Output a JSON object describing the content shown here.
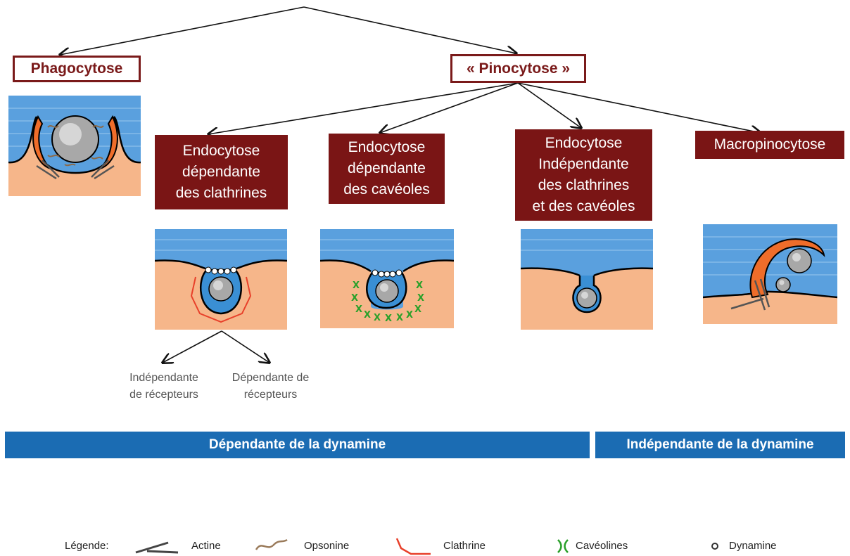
{
  "categories": {
    "phagocytose": "Phagocytose",
    "pinocytose": "« Pinocytose »"
  },
  "pathways": {
    "clathrin": [
      "Endocytose",
      "dépendante",
      "des clathrines"
    ],
    "caveolae": [
      "Endocytose",
      "dépendante",
      "des cavéoles"
    ],
    "independent": [
      "Endocytose",
      "Indépendante",
      "des clathrines",
      "et des cavéoles"
    ],
    "macro": [
      "Macropinocytose"
    ]
  },
  "receptor_split": {
    "left": [
      "Indépendante",
      "de récepteurs"
    ],
    "right": [
      "Dépendante de",
      "récepteurs"
    ]
  },
  "dynamin": {
    "dependent": "Dépendante de la dynamine",
    "independent": "Indépendante de la dynamine"
  },
  "legend": {
    "title": "Légende:",
    "items": [
      {
        "label": "Actine",
        "icon": "actin-icon",
        "color": "#444444"
      },
      {
        "label": "Opsonine",
        "icon": "opsonin-icon",
        "color": "#9a7a5a"
      },
      {
        "label": "Clathrine",
        "icon": "clathrin-icon",
        "color": "#e8402a"
      },
      {
        "label": "Cavéolines",
        "icon": "caveolin-icon",
        "color": "#2aa02a"
      },
      {
        "label": "Dynamine",
        "icon": "dynamin-icon",
        "color": "#333333"
      }
    ]
  },
  "colors": {
    "box_fill": "#7a1515",
    "band_blue": "#1b6cb3",
    "extracellular": "#3a8fd4",
    "cytoplasm": "#f4a878",
    "membrane": "#ef6d2a"
  }
}
